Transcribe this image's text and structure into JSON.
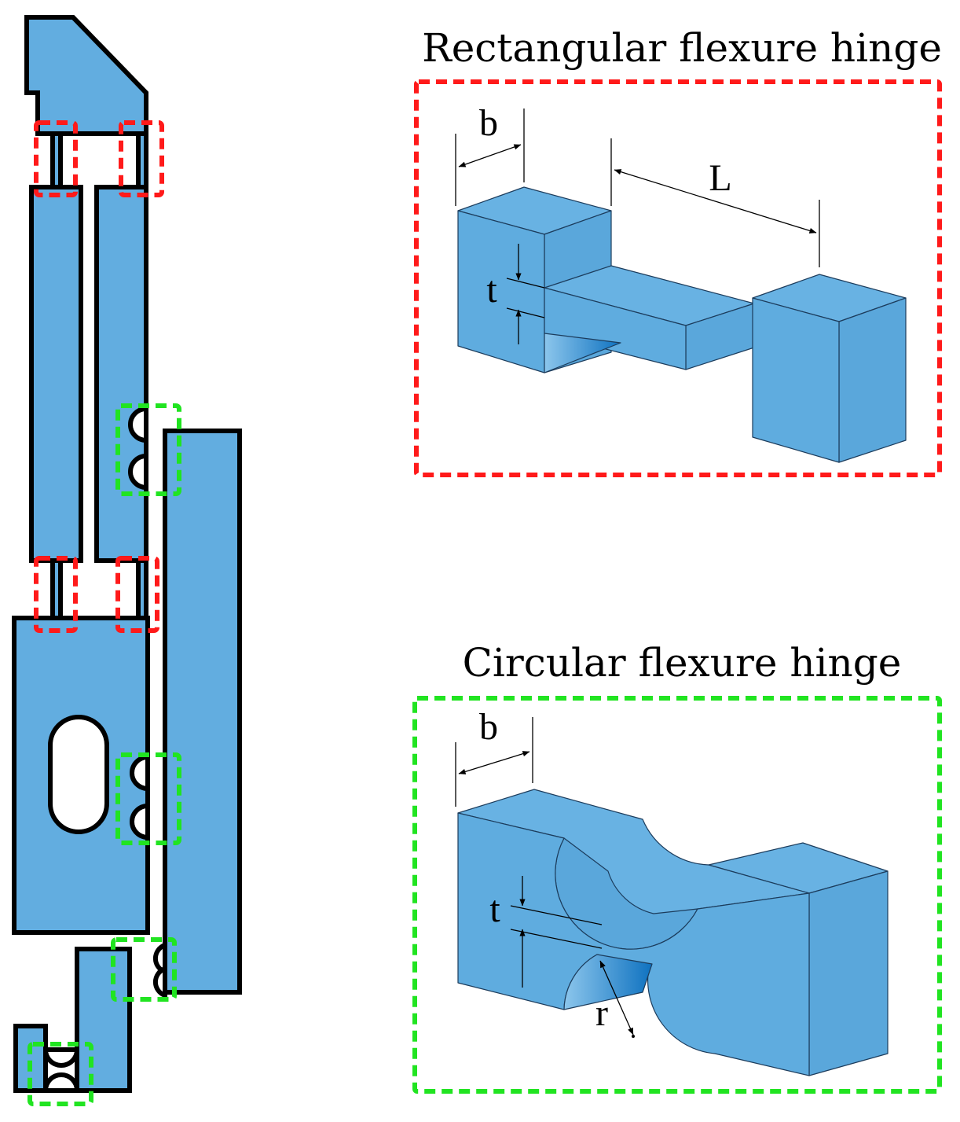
{
  "colors": {
    "body_fill": "#62ade0",
    "face_front": "#5facdf",
    "face_top": "#68b2e3",
    "face_side": "#5aa7db",
    "shadow": "#1a7dc9",
    "outline": "#000000",
    "rect_box": "#ff1a1a",
    "circ_box": "#21e421"
  },
  "rectangular_panel": {
    "title": "Rectangular flexure hinge",
    "label_b": "b",
    "label_L": "L",
    "label_t": "t"
  },
  "circular_panel": {
    "title": "Circular flexure hinge",
    "label_b": "b",
    "label_t": "t",
    "label_r": "r"
  }
}
